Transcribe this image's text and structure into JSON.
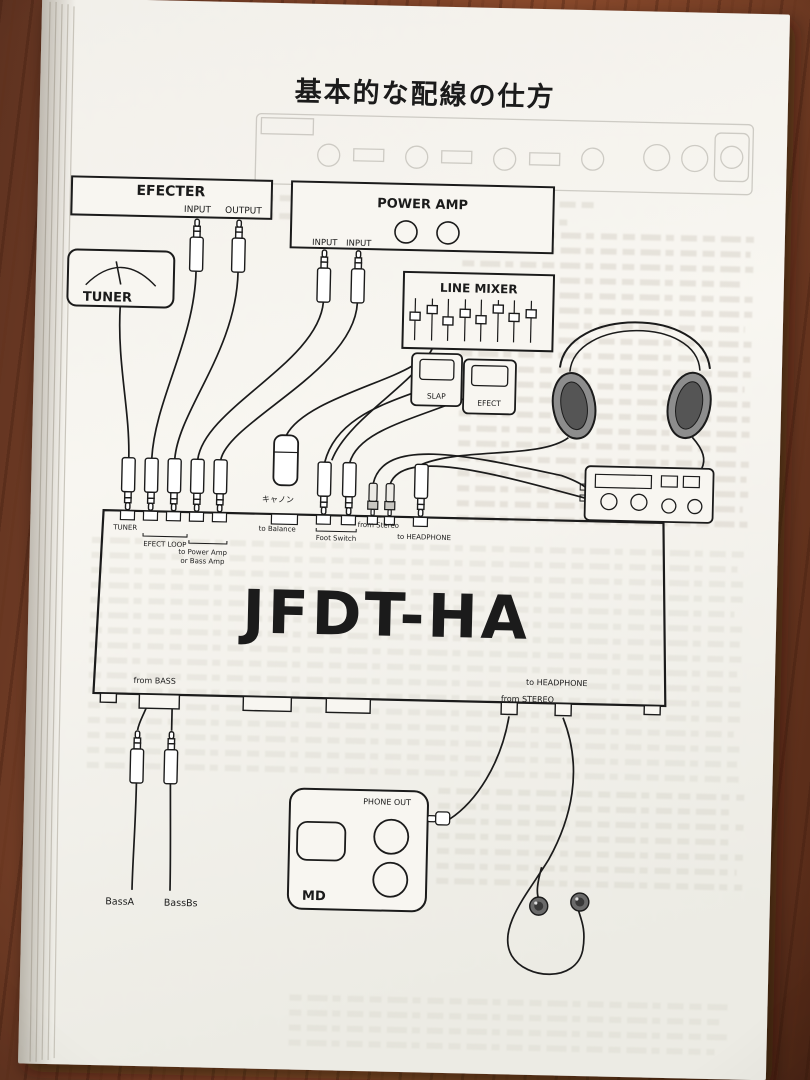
{
  "page": {
    "title": "基本的な配線の仕方"
  },
  "devices": {
    "efecter": {
      "label": "EFECTER",
      "input": "INPUT",
      "output": "OUTPUT"
    },
    "tuner": {
      "label": "TUNER"
    },
    "power_amp": {
      "label": "POWER AMP",
      "input_left": "INPUT",
      "input_right": "INPUT"
    },
    "line_mixer": {
      "label": "LINE MIXER"
    },
    "slap_pedal": {
      "label": "SLAP"
    },
    "efect_pedal": {
      "label": "EFECT"
    },
    "md_player": {
      "phone_out": "PHONE OUT",
      "label": "MD"
    }
  },
  "unit": {
    "name": "JFDT-HA",
    "top": {
      "tuner": "TUNER",
      "efect_loop": "EFECT LOOP",
      "to_power_amp_1": "to Power Amp",
      "to_power_amp_2": "or Bass Amp",
      "xlr": "キャノン",
      "to_balance": "to Balance",
      "foot_switch": "Foot Switch",
      "from_stereo": "from Stereo",
      "to_headphone": "to HEADPHONE"
    },
    "bottom": {
      "from_bass": "from BASS",
      "to_headphone": "to HEADPHONE",
      "from_stereo": "from STEREO"
    }
  },
  "cables": {
    "bass_a": "BassA",
    "bass_b": "BassBs"
  },
  "colors": {
    "ink": "#1b1b1b",
    "paper": "#f5f3ed",
    "wood": "#7b4127"
  }
}
